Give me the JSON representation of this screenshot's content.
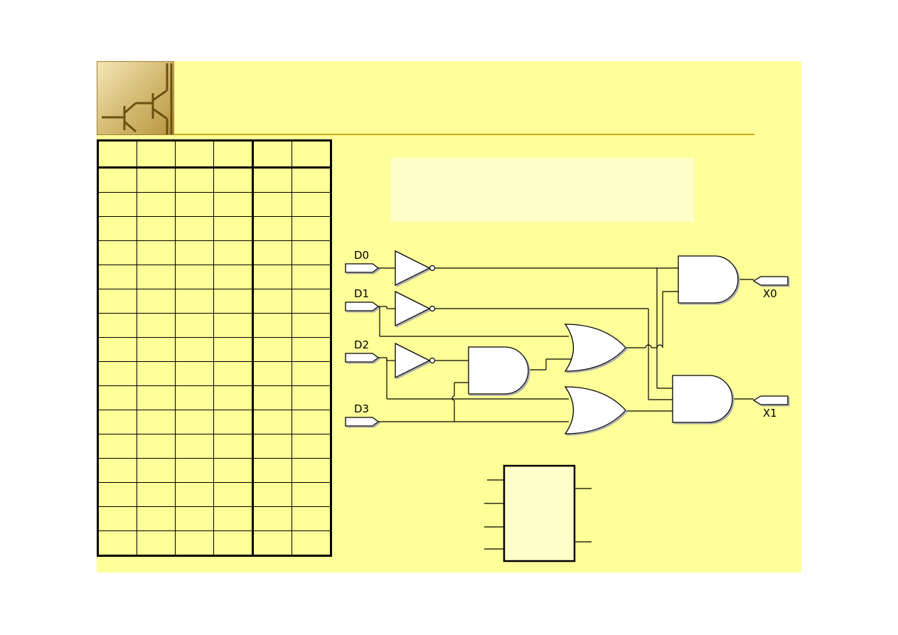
{
  "colors": {
    "slide_background": "#ffff99",
    "note_box": "#ffffcc",
    "gate_fill": "#ffffff",
    "wire": "#000000",
    "title_rule": "#c8a818",
    "logo": "#d8c07a"
  },
  "icons": {
    "logo": "transistor-logo-icon",
    "gates": [
      "not-gate-icon",
      "and-gate-icon",
      "or-gate-icon"
    ]
  },
  "title": "",
  "truth_table": {
    "columns": 6,
    "header": [
      "",
      "",
      "",
      "",
      "",
      ""
    ],
    "rows": [
      [
        "",
        "",
        "",
        "",
        "",
        ""
      ],
      [
        "",
        "",
        "",
        "",
        "",
        ""
      ],
      [
        "",
        "",
        "",
        "",
        "",
        ""
      ],
      [
        "",
        "",
        "",
        "",
        "",
        ""
      ],
      [
        "",
        "",
        "",
        "",
        "",
        ""
      ],
      [
        "",
        "",
        "",
        "",
        "",
        ""
      ],
      [
        "",
        "",
        "",
        "",
        "",
        ""
      ],
      [
        "",
        "",
        "",
        "",
        "",
        ""
      ],
      [
        "",
        "",
        "",
        "",
        "",
        ""
      ],
      [
        "",
        "",
        "",
        "",
        "",
        ""
      ],
      [
        "",
        "",
        "",
        "",
        "",
        ""
      ],
      [
        "",
        "",
        "",
        "",
        "",
        ""
      ],
      [
        "",
        "",
        "",
        "",
        "",
        ""
      ],
      [
        "",
        "",
        "",
        "",
        "",
        ""
      ],
      [
        "",
        "",
        "",
        "",
        "",
        ""
      ],
      [
        "",
        "",
        "",
        "",
        "",
        ""
      ]
    ]
  },
  "circuit": {
    "inputs": [
      "D0",
      "D1",
      "D2",
      "D3"
    ],
    "outputs": [
      "X0",
      "X1"
    ],
    "gates": [
      {
        "id": "not-d0",
        "type": "NOT"
      },
      {
        "id": "not-d1",
        "type": "NOT"
      },
      {
        "id": "not-d2",
        "type": "NOT"
      },
      {
        "id": "and-mid",
        "type": "AND"
      },
      {
        "id": "or-upper",
        "type": "OR"
      },
      {
        "id": "or-lower",
        "type": "OR"
      },
      {
        "id": "and-x0",
        "type": "AND"
      },
      {
        "id": "and-x1",
        "type": "AND"
      }
    ]
  },
  "block_symbol": {
    "input_pins": 4,
    "output_pins": 2
  }
}
